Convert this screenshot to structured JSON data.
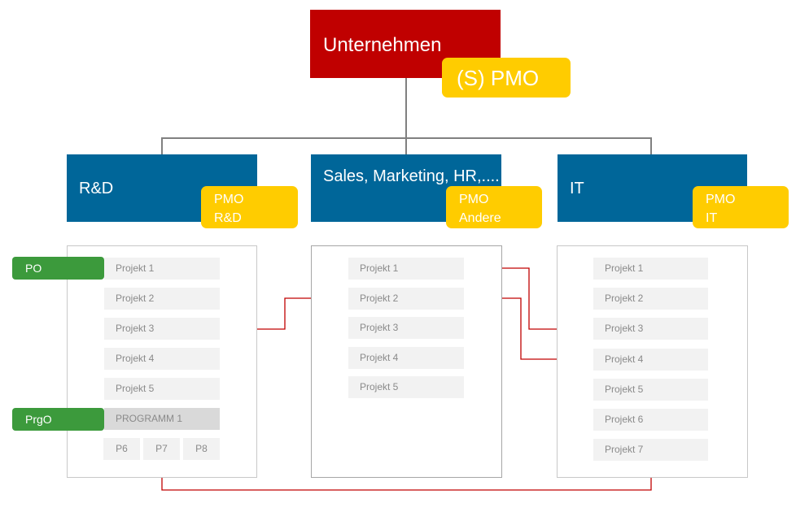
{
  "root": {
    "title": "Unternehmen",
    "pmo": "(S) PMO"
  },
  "departments": [
    {
      "name": "R&D",
      "pmo_line1": "PMO",
      "pmo_line2": "R&D"
    },
    {
      "name": "Sales, Marketing, HR,....",
      "pmo_line1": "PMO",
      "pmo_line2": "Andere"
    },
    {
      "name": "IT",
      "pmo_line1": "PMO",
      "pmo_line2": "IT"
    }
  ],
  "roles": {
    "po": "PO",
    "prgo": "PrgO"
  },
  "rnd_projects": [
    "Projekt 1",
    "Projekt 2",
    "Projekt 3",
    "Projekt 4",
    "Projekt 5"
  ],
  "rnd_program": {
    "title": "PROGRAMM 1",
    "subprojects": [
      "P6",
      "P7",
      "P8"
    ]
  },
  "sales_projects": [
    "Projekt 1",
    "Projekt 2",
    "Projekt 3",
    "Projekt 4",
    "Projekt 5"
  ],
  "it_projects": [
    "Projekt 1",
    "Projekt 2",
    "Projekt 3",
    "Projekt 4",
    "Projekt 5",
    "Projekt 6",
    "Projekt 7"
  ],
  "colors": {
    "root": "#c00000",
    "pmo": "#ffcc00",
    "department": "#006699",
    "role": "#3c9a3c",
    "arrow": "#c00000",
    "connector": "#808080"
  }
}
